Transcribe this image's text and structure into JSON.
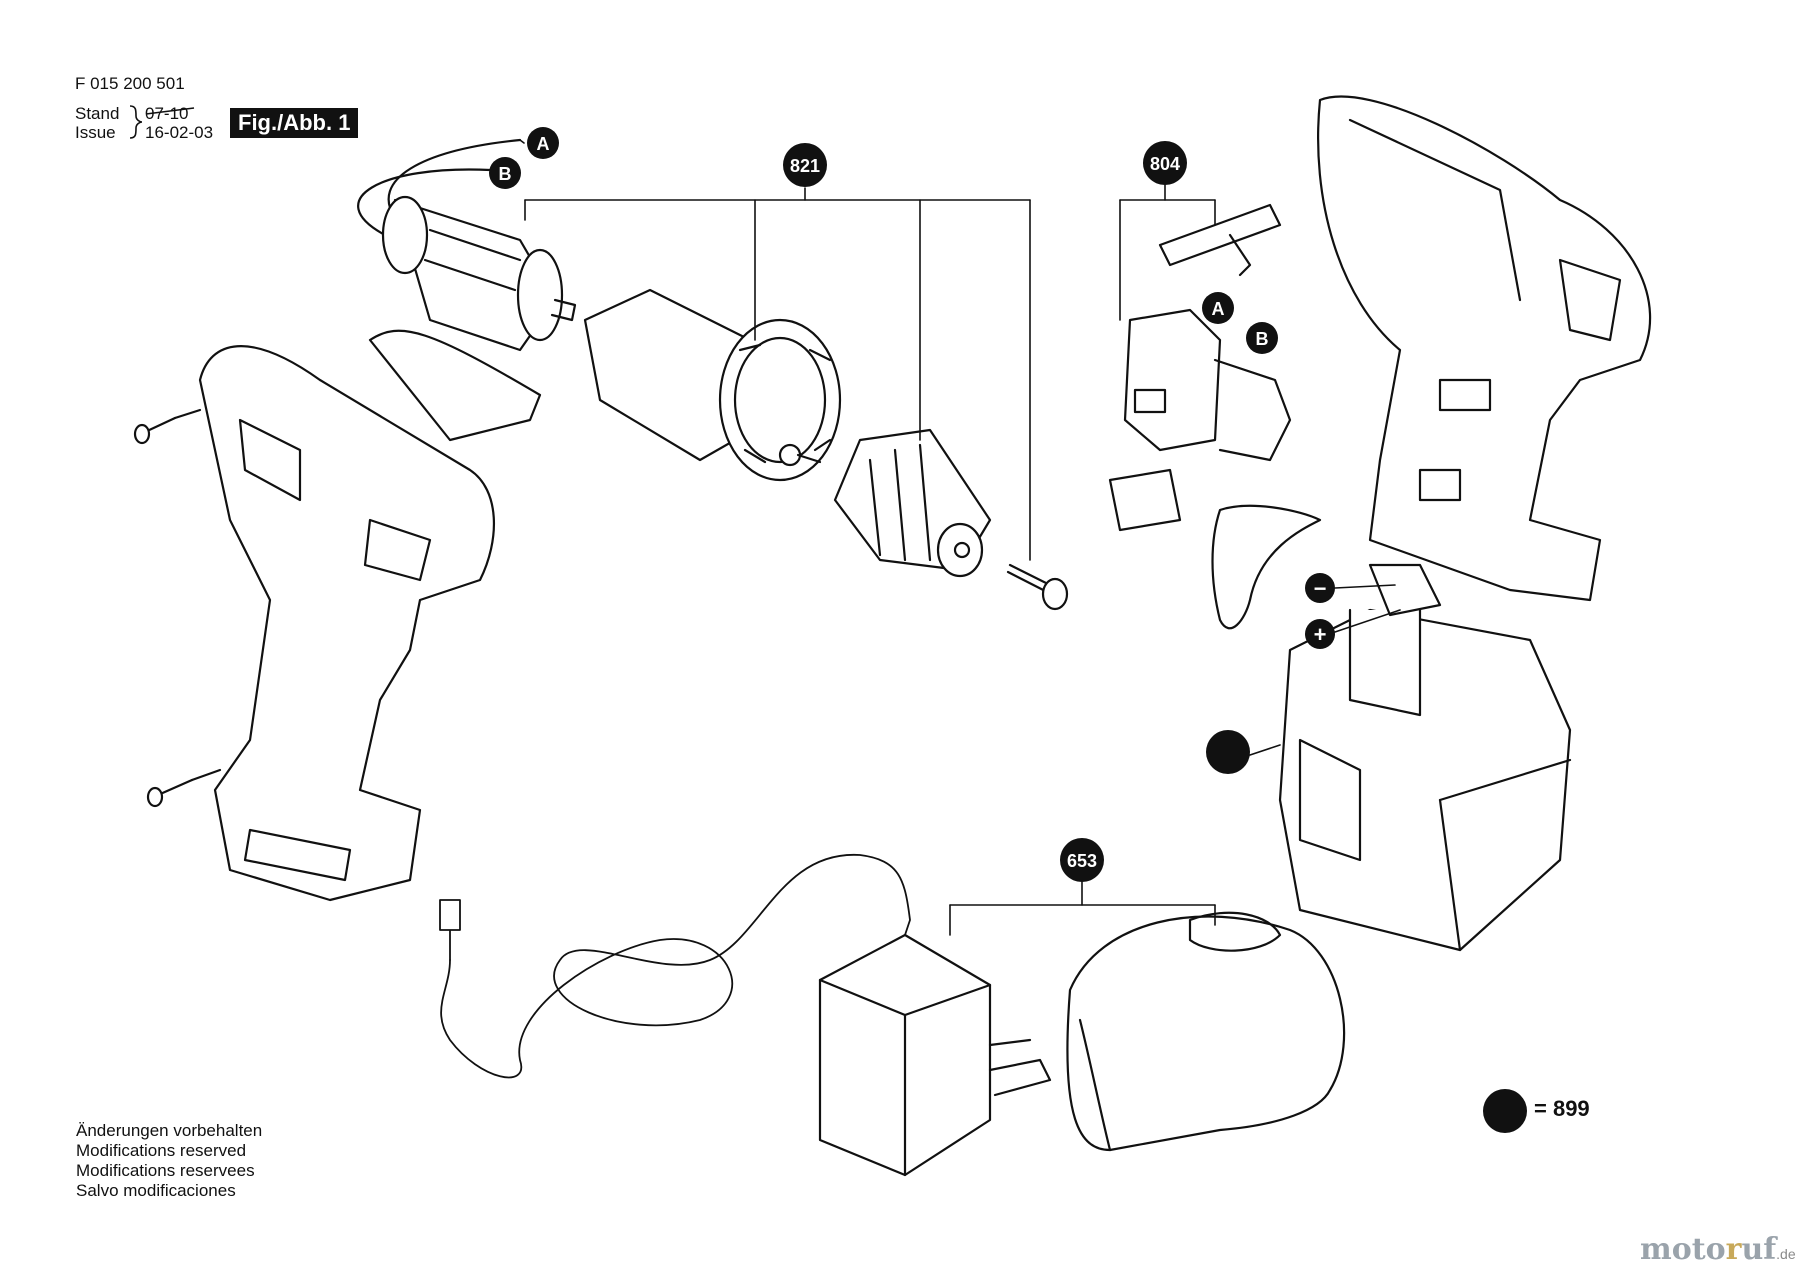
{
  "header": {
    "part_number": "F 015 200 501",
    "stand_label": "Stand",
    "issue_label": "Issue",
    "stand_value": "07-10",
    "issue_value": "16-02-03",
    "figure_label": "Fig./Abb. 1"
  },
  "callouts": {
    "motor_group": "821",
    "switch_group": "804",
    "charger_group": "653",
    "wire_a": "A",
    "wire_b": "B",
    "minus": "−",
    "plus": "+"
  },
  "legend": {
    "battery_marker_value": "= 899"
  },
  "footer_notes": [
    "Änderungen vorbehalten",
    "Modifications reserved",
    "Modifications reservees",
    "Salvo modificaciones"
  ],
  "watermark": {
    "part1": "moto",
    "part2": "r",
    "part3": "uf",
    "tld": ".de"
  }
}
